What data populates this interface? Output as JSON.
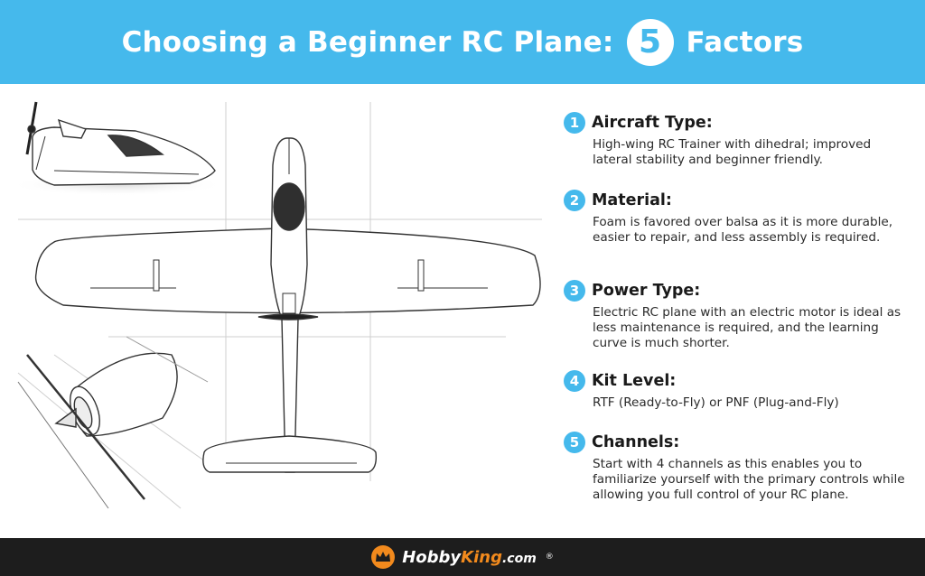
{
  "header": {
    "title_prefix": "Choosing a Beginner RC Plane:",
    "title_number": "5",
    "title_suffix": "Factors"
  },
  "factors": [
    {
      "number": "1",
      "title": "Aircraft Type:",
      "description": "High-wing RC Trainer with dihedral; improved lateral stability and beginner friendly."
    },
    {
      "number": "2",
      "title": "Material:",
      "description": "Foam is favored over balsa as it is more durable, easier to repair, and less assembly is required."
    },
    {
      "number": "3",
      "title": "Power Type:",
      "description": "Electric RC plane with an electric motor is ideal as less maintenance is required, and the learning curve is much shorter."
    },
    {
      "number": "4",
      "title": "Kit Level:",
      "description": "RTF (Ready-to-Fly) or PNF (Plug-and-Fly)"
    },
    {
      "number": "5",
      "title": "Channels:",
      "description": "Start with 4 channels as this enables you to familiarize yourself with the primary controls while allowing you full control of your RC plane."
    }
  ],
  "footer": {
    "brand_part1": "Hobby",
    "brand_part2": "King",
    "brand_part3": ".com",
    "registered": "®"
  },
  "colors": {
    "accent": "#45b9ec",
    "footer_bg": "#1d1d1d",
    "brand_orange": "#f28a1d"
  }
}
